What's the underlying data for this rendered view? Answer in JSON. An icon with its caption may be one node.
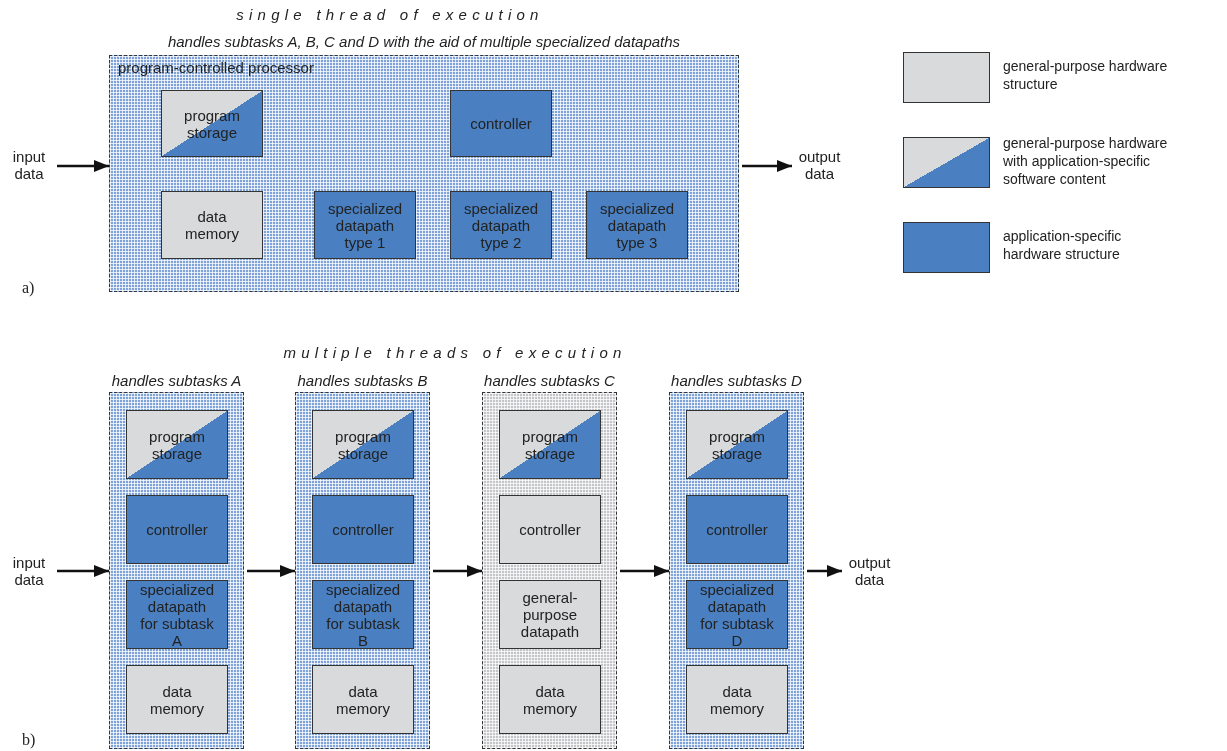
{
  "diagram": {
    "nodes": [
      {
        "text": [
          "program-controlled processor"
        ],
        "beside": [
          "handles subtasks A, B, C and D with the aid of multiple specialized datapaths"
        ]
      },
      {
        "text": [
          "program storage"
        ],
        "in": 0
      },
      {
        "text": [
          "controller"
        ],
        "in": 0
      },
      {
        "text": [
          "data memory"
        ],
        "in": 0
      },
      {
        "text": [
          "specialized datapath type 1"
        ],
        "in": 0
      },
      {
        "text": [
          "specialized datapath type 2"
        ],
        "in": 0
      },
      {
        "text": [
          "specialized datapath type 3"
        ],
        "in": 0
      },
      {
        "text": [
          "input data"
        ]
      },
      {
        "text": [
          "output data"
        ]
      },
      {
        "text": [
          "handles subtasks A"
        ]
      },
      {
        "text": [
          "program storage"
        ],
        "in": 9
      },
      {
        "text": [
          "controller"
        ],
        "in": 9
      },
      {
        "text": [
          "specialized datapath for subtask A"
        ],
        "in": 9
      },
      {
        "text": [
          "data memory"
        ],
        "in": 9
      },
      {
        "text": [
          "handles subtasks B"
        ]
      },
      {
        "text": [
          "program storage"
        ],
        "in": 14
      },
      {
        "text": [
          "controller"
        ],
        "in": 14
      },
      {
        "text": [
          "specialized datapath for subtask B"
        ],
        "in": 14
      },
      {
        "text": [
          "data memory"
        ],
        "in": 14
      },
      {
        "text": [
          "handles subtasks C"
        ]
      },
      {
        "text": [
          "program storage"
        ],
        "in": 19
      },
      {
        "text": [
          "controller"
        ],
        "in": 19
      },
      {
        "text": [
          "general-purpose datapath"
        ],
        "in": 19
      },
      {
        "text": [
          "data memory"
        ],
        "in": 19
      },
      {
        "text": [
          "handles subtasks D"
        ]
      },
      {
        "text": [
          "program storage"
        ],
        "in": 24
      },
      {
        "text": [
          "controller"
        ],
        "in": 24
      },
      {
        "text": [
          "specialized datapath for subtask D"
        ],
        "in": 24
      },
      {
        "text": [
          "data memory"
        ],
        "in": 24
      },
      {
        "text": [
          "input data"
        ]
      },
      {
        "text": [
          "output data"
        ]
      }
    ],
    "edges": [
      {
        "from": 7,
        "to": 0,
        "arrow": "to"
      },
      {
        "from": 0,
        "to": 8,
        "arrow": "to"
      },
      {
        "from": 29,
        "to": 9,
        "arrow": "to"
      },
      {
        "from": 9,
        "to": 14,
        "arrow": "to"
      },
      {
        "from": 14,
        "to": 19,
        "arrow": "to"
      },
      {
        "from": 19,
        "to": 24,
        "arrow": "to"
      },
      {
        "from": 24,
        "to": 30,
        "arrow": "to"
      }
    ],
    "labels": [
      "single thread of execution",
      "a)",
      "multiple threads of execution",
      "b)"
    ],
    "legend": [
      {
        "text": "general-purpose hardware structure",
        "color": "#d9dadc"
      },
      {
        "text": "general-purpose hardware with application-specific software content"
      },
      {
        "text": "application-specific hardware structure",
        "color": "#4a80c2"
      }
    ]
  }
}
